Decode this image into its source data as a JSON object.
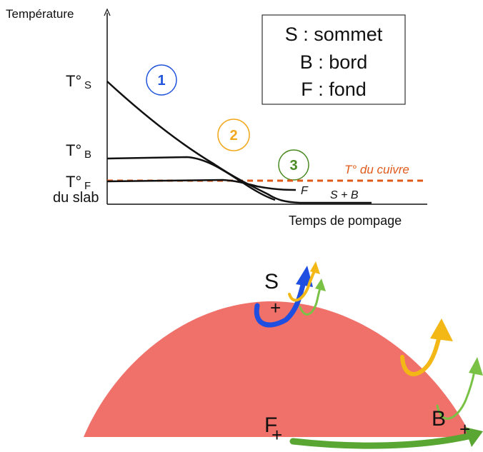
{
  "graph": {
    "y_axis_label": "Température",
    "x_axis_label": "Temps de pompage",
    "y_ticks": {
      "s_main": "T°",
      "s_sub": "S",
      "b_main": "T°",
      "b_sub": "B",
      "f_main": "T°",
      "f_sub": "F",
      "f_line2": "du slab"
    },
    "legend": {
      "line1": "S : sommet",
      "line2": "B : bord",
      "line3": "F : fond"
    },
    "phases": [
      {
        "label": "1",
        "color": "#2255dd"
      },
      {
        "label": "2",
        "color": "#f2a81d"
      },
      {
        "label": "3",
        "color": "#4a8a22"
      }
    ],
    "copper_label": "T° du cuivre",
    "copper_color": "#e05a1a",
    "curve_labels": {
      "f": "F",
      "sb": "S + B"
    }
  },
  "slab": {
    "color": "#f0706a",
    "points": {
      "s": {
        "letter": "S",
        "mark": "+"
      },
      "f": {
        "letter": "F",
        "mark": "+"
      },
      "b": {
        "letter": "B",
        "mark": "+"
      }
    },
    "arrow_colors": {
      "blue": "#1f4fe0",
      "yellow": "#f3b716",
      "green": "#79c245",
      "dark_green": "#5aa632"
    }
  }
}
